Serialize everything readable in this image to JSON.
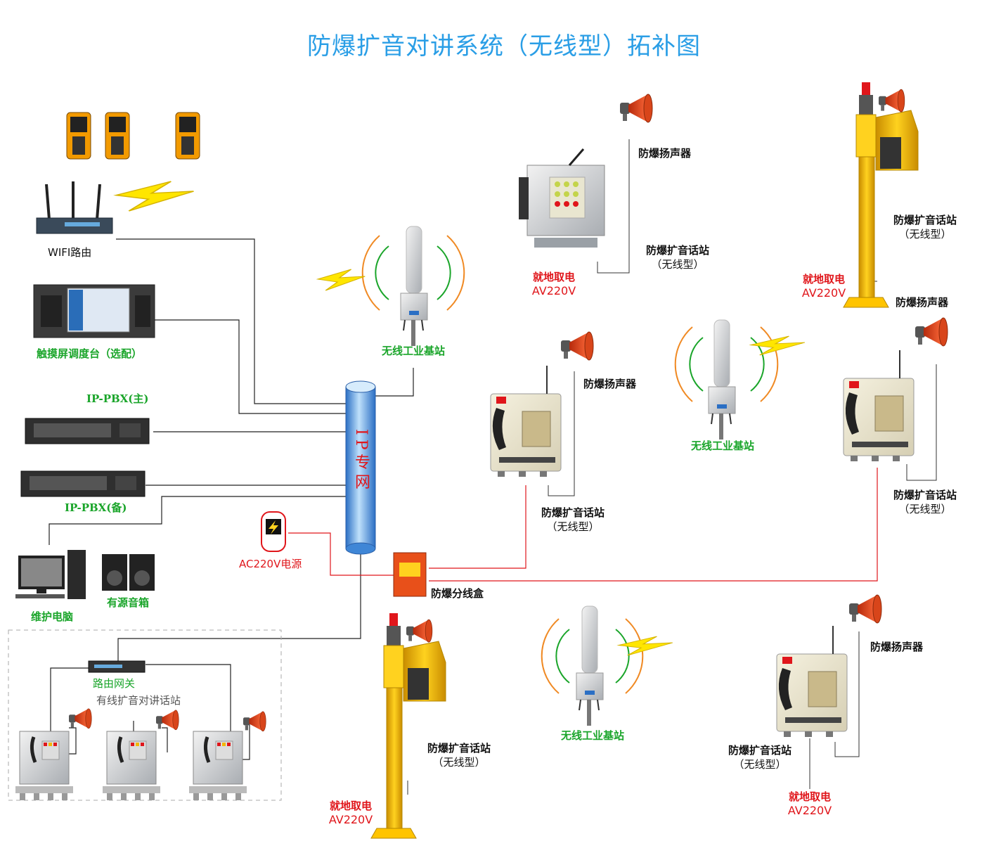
{
  "title": "防爆扩音对讲系统（无线型）拓补图",
  "colors": {
    "title": "#2a9ee6",
    "green_label": "#1aa52a",
    "red_label": "#e0161b",
    "pipe": "#3f86d6",
    "device_yellow": "#f2b705",
    "horn": "#e2401a"
  },
  "left_equipment": {
    "wifi_router": "WIFI路由",
    "touch_console": "触摸屏调度台（选配）",
    "pbx_main": "IP-PBX(主)",
    "pbx_backup": "IP-PBX(备)",
    "maintenance_pc": "维护电脑",
    "powered_speaker": "有源音箱"
  },
  "network": {
    "pipe_label": "IP专网",
    "power_source": "AC220V电源",
    "junction_box": "防爆分线盒"
  },
  "wired_group": {
    "gateway": "路由网关",
    "stations_label": "有线扩音对讲话站"
  },
  "devices": {
    "base_station_1": "无线工业基站",
    "base_station_2": "无线工业基站",
    "base_station_3": "无线工业基站",
    "speaker_top": "防爆扬声器",
    "station_top_line1": "防爆扩音话站",
    "station_top_line2": "（无线型）",
    "power_top_line1": "就地取电",
    "power_top_line2": "AV220V",
    "pillar_right_line1": "防爆扩音话站",
    "pillar_right_line2": "（无线型）",
    "pillar_right_power1": "就地取电",
    "pillar_right_power2": "AV220V",
    "speaker_right": "防爆扬声器",
    "station_right_line1": "防爆扩音话站",
    "station_right_line2": "（无线型）",
    "speaker_mid": "防爆扬声器",
    "station_mid_line1": "防爆扩音话站",
    "station_mid_line2": "（无线型）",
    "pillar_bottom_line1": "防爆扩音话站",
    "pillar_bottom_line2": "（无线型）",
    "pillar_bottom_power1": "就地取电",
    "pillar_bottom_power2": "AV220V",
    "speaker_bottom_right": "防爆扬声器",
    "station_bottom_right_line1": "防爆扩音话站",
    "station_bottom_right_line2": "（无线型）",
    "power_bottom_right1": "就地取电",
    "power_bottom_right2": "AV220V"
  }
}
